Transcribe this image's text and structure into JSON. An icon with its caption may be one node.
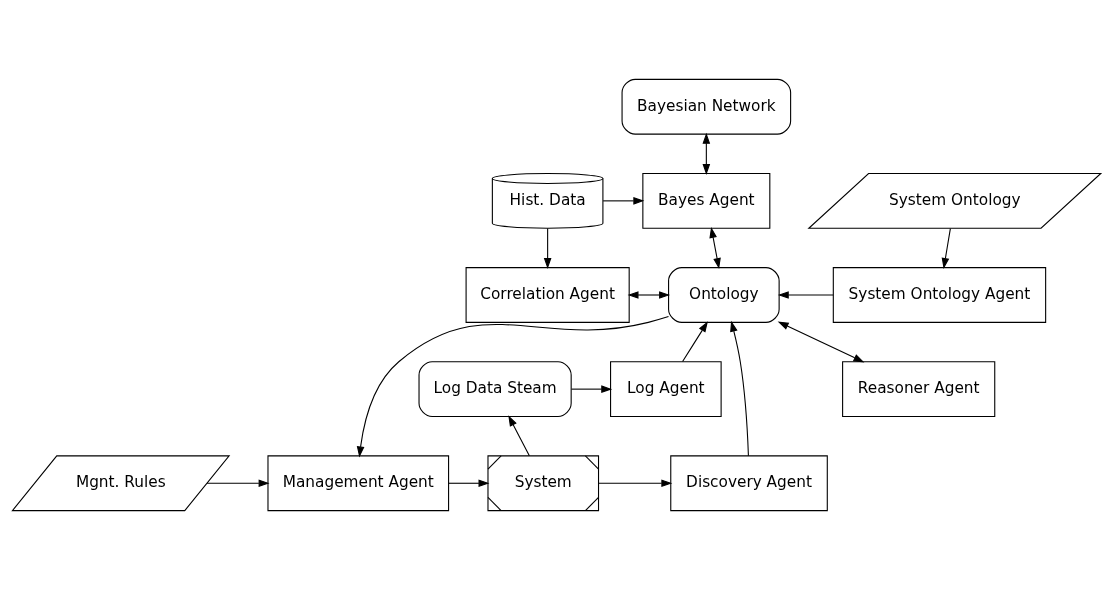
{
  "diagram": {
    "nodes": [
      {
        "text": [
          "Bayesian Network"
        ]
      },
      {
        "text": [
          "Hist. Data"
        ]
      },
      {
        "text": [
          "Bayes Agent"
        ]
      },
      {
        "text": [
          "System Ontology"
        ]
      },
      {
        "text": [
          "Correlation Agent"
        ]
      },
      {
        "text": [
          "Ontology"
        ]
      },
      {
        "text": [
          "System Ontology Agent"
        ]
      },
      {
        "text": [
          "Log Agent"
        ]
      },
      {
        "text": [
          "Log Data Steam"
        ]
      },
      {
        "text": [
          "Reasoner Agent"
        ]
      },
      {
        "text": [
          "Discovery Agent"
        ]
      },
      {
        "text": [
          "System"
        ]
      },
      {
        "text": [
          "Management Agent"
        ]
      },
      {
        "text": [
          "Mgnt. Rules"
        ]
      }
    ],
    "edges": [
      {
        "from": 0,
        "to": 2,
        "arrow": "both"
      },
      {
        "from": 1,
        "to": 2,
        "arrow": "to"
      },
      {
        "from": 1,
        "to": 4,
        "arrow": "to"
      },
      {
        "from": 2,
        "to": 5,
        "arrow": "both"
      },
      {
        "from": 4,
        "to": 5,
        "arrow": "both"
      },
      {
        "from": 6,
        "to": 5,
        "arrow": "to"
      },
      {
        "from": 3,
        "to": 6,
        "arrow": "to"
      },
      {
        "from": 5,
        "to": 12,
        "arrow": "to"
      },
      {
        "from": 7,
        "to": 5,
        "arrow": "to"
      },
      {
        "from": 8,
        "to": 7,
        "arrow": "to"
      },
      {
        "from": 5,
        "to": 9,
        "arrow": "both"
      },
      {
        "from": 10,
        "to": 5,
        "arrow": "to"
      },
      {
        "from": 11,
        "to": 10,
        "arrow": "to"
      },
      {
        "from": 11,
        "to": 8,
        "arrow": "to"
      },
      {
        "from": 12,
        "to": 11,
        "arrow": "to"
      },
      {
        "from": 13,
        "to": 12,
        "arrow": "to"
      }
    ]
  }
}
